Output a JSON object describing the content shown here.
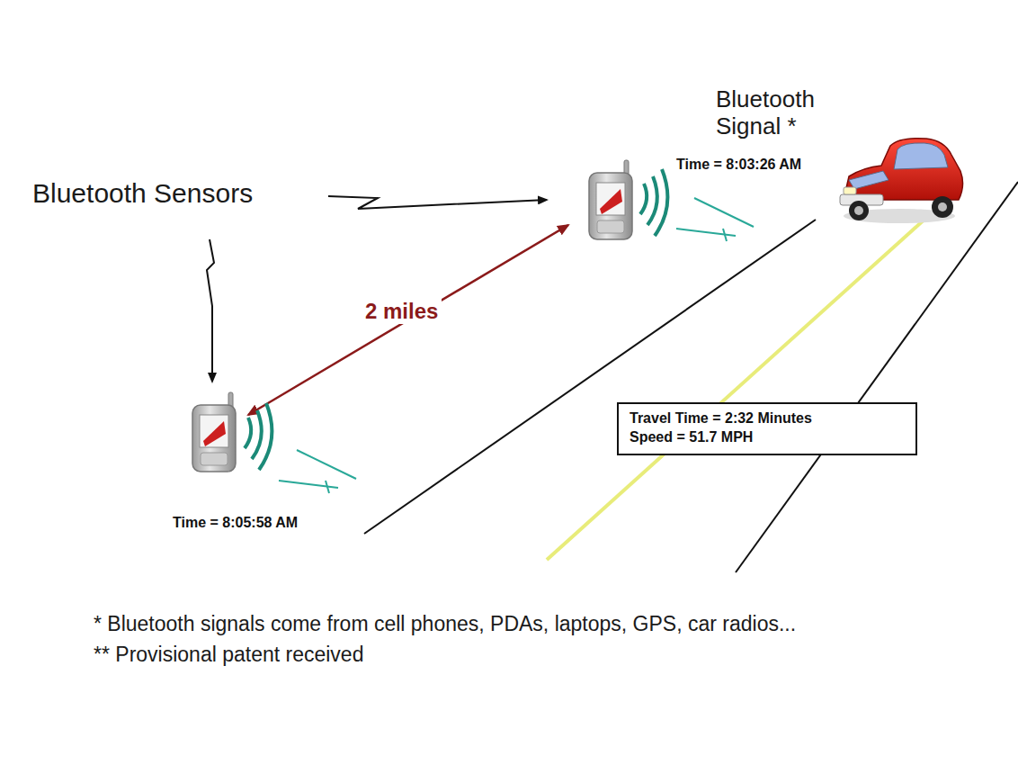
{
  "diagram": {
    "nodes": [
      {
        "text": [
          "Travel Time = 2:32 Minutes",
          "Speed = 51.7 MPH"
        ]
      }
    ],
    "labels": [
      "Bluetooth Sensors",
      "Bluetooth Signal *",
      "Time = 8:03:26 AM",
      "2 miles",
      "Time = 8:05:58 AM",
      "* Bluetooth signals come from cell phones, PDAs, laptops, GPS, car radios...",
      "** Provisional patent received"
    ]
  }
}
